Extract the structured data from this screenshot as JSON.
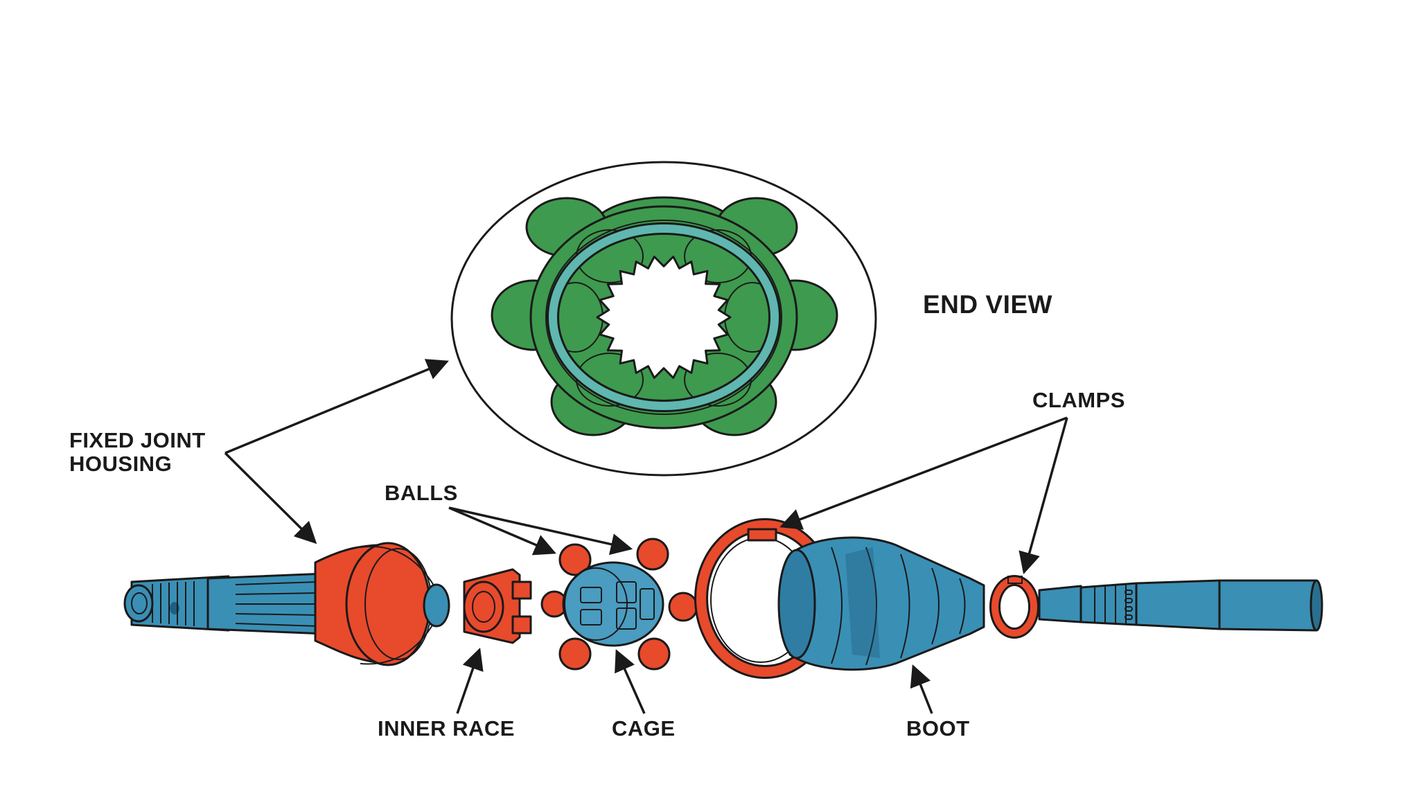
{
  "labels": {
    "end_view": "END VIEW",
    "fixed_joint_line1": "FIXED JOINT",
    "fixed_joint_line2": "HOUSING",
    "balls": "BALLS",
    "clamps": "CLAMPS",
    "inner_race": "INNER RACE",
    "cage": "CAGE",
    "boot": "BOOT"
  },
  "colors": {
    "housing_red": "#e84a2c",
    "shaft_blue": "#3a8fb5",
    "cage_blue": "#4a9cc0",
    "endview_green": "#3e9a4e",
    "endview_ring": "#5fb7b0",
    "outline": "#1a1a1a"
  }
}
